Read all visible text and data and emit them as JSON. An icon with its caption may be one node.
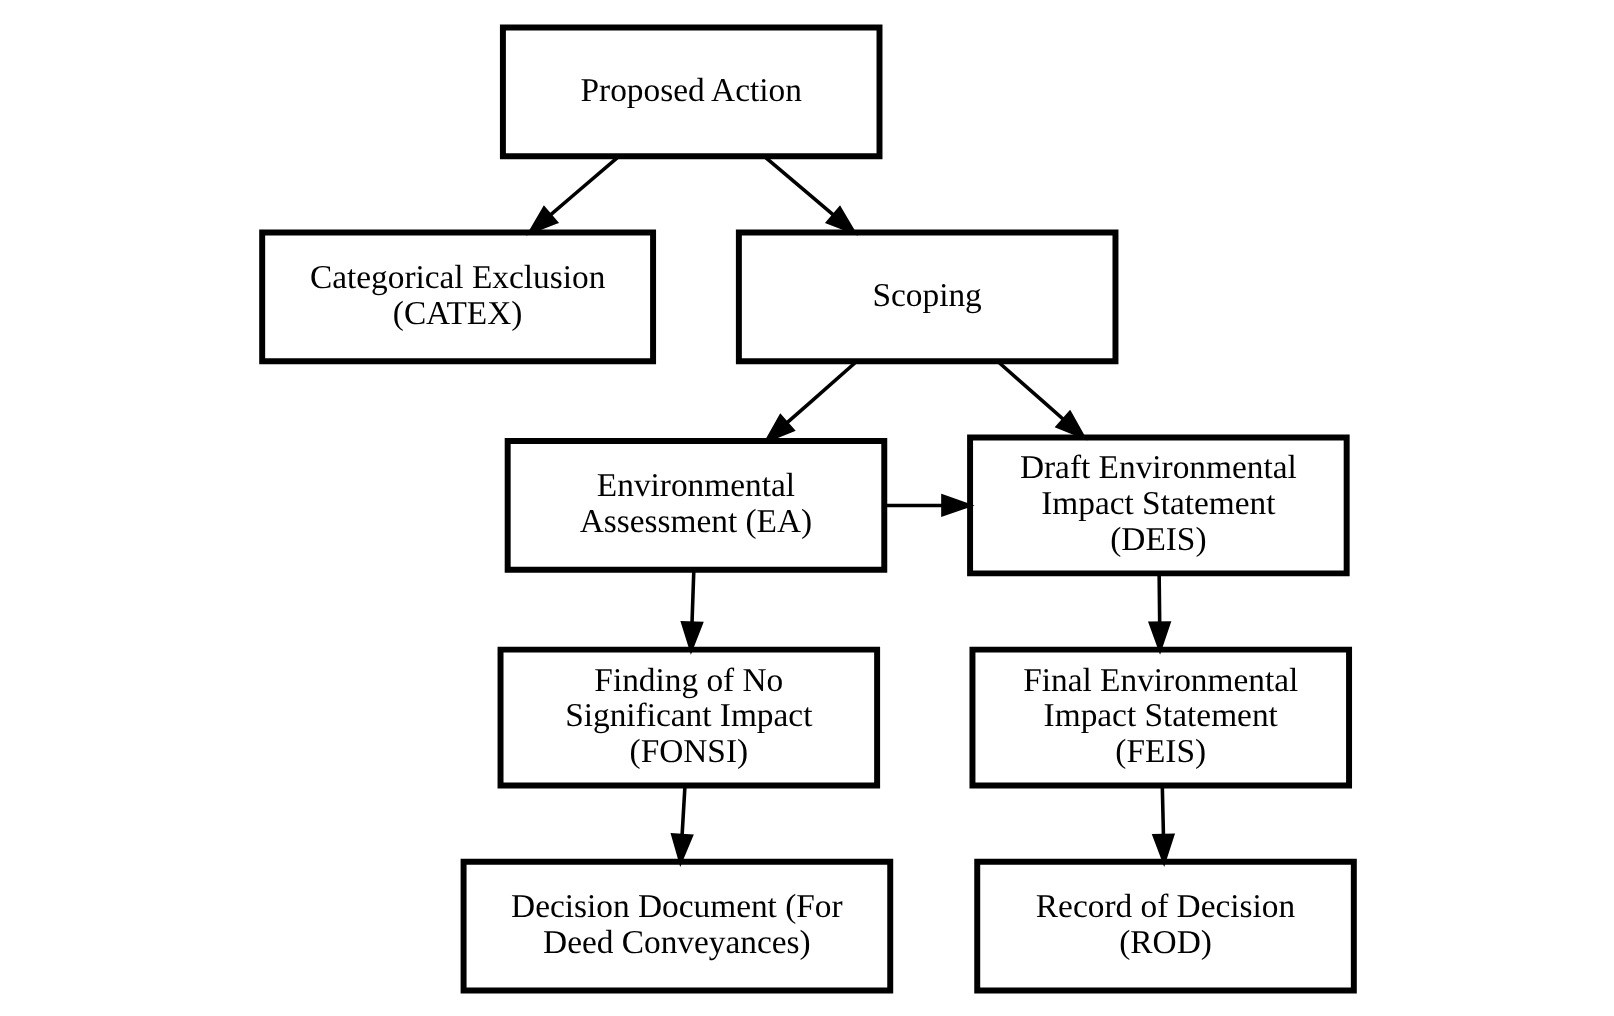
{
  "diagram": {
    "nodes": [
      {
        "text": [
          "Proposed Action"
        ]
      },
      {
        "text": [
          "Categorical Exclusion (CATEX)"
        ]
      },
      {
        "text": [
          "Scoping"
        ]
      },
      {
        "text": [
          "Environmental Assessment (EA)"
        ]
      },
      {
        "text": [
          "Draft Environmental Impact Statement (DEIS)"
        ]
      },
      {
        "text": [
          "Finding of No Significant Impact (FONSI)"
        ]
      },
      {
        "text": [
          "Final Environmental Impact Statement (FEIS)"
        ]
      },
      {
        "text": [
          "Decision Document (For Deed Conveyances)"
        ]
      },
      {
        "text": [
          "Record of Decision (ROD)"
        ]
      }
    ],
    "edges": [
      {
        "from": 0,
        "to": 1,
        "arrow": "to"
      },
      {
        "from": 0,
        "to": 2,
        "arrow": "to"
      },
      {
        "from": 2,
        "to": 3,
        "arrow": "to"
      },
      {
        "from": 2,
        "to": 4,
        "arrow": "to"
      },
      {
        "from": 3,
        "to": 4,
        "arrow": "to"
      },
      {
        "from": 3,
        "to": 5,
        "arrow": "to"
      },
      {
        "from": 4,
        "to": 6,
        "arrow": "to"
      },
      {
        "from": 5,
        "to": 7,
        "arrow": "to"
      },
      {
        "from": 6,
        "to": 8,
        "arrow": "to"
      }
    ]
  }
}
